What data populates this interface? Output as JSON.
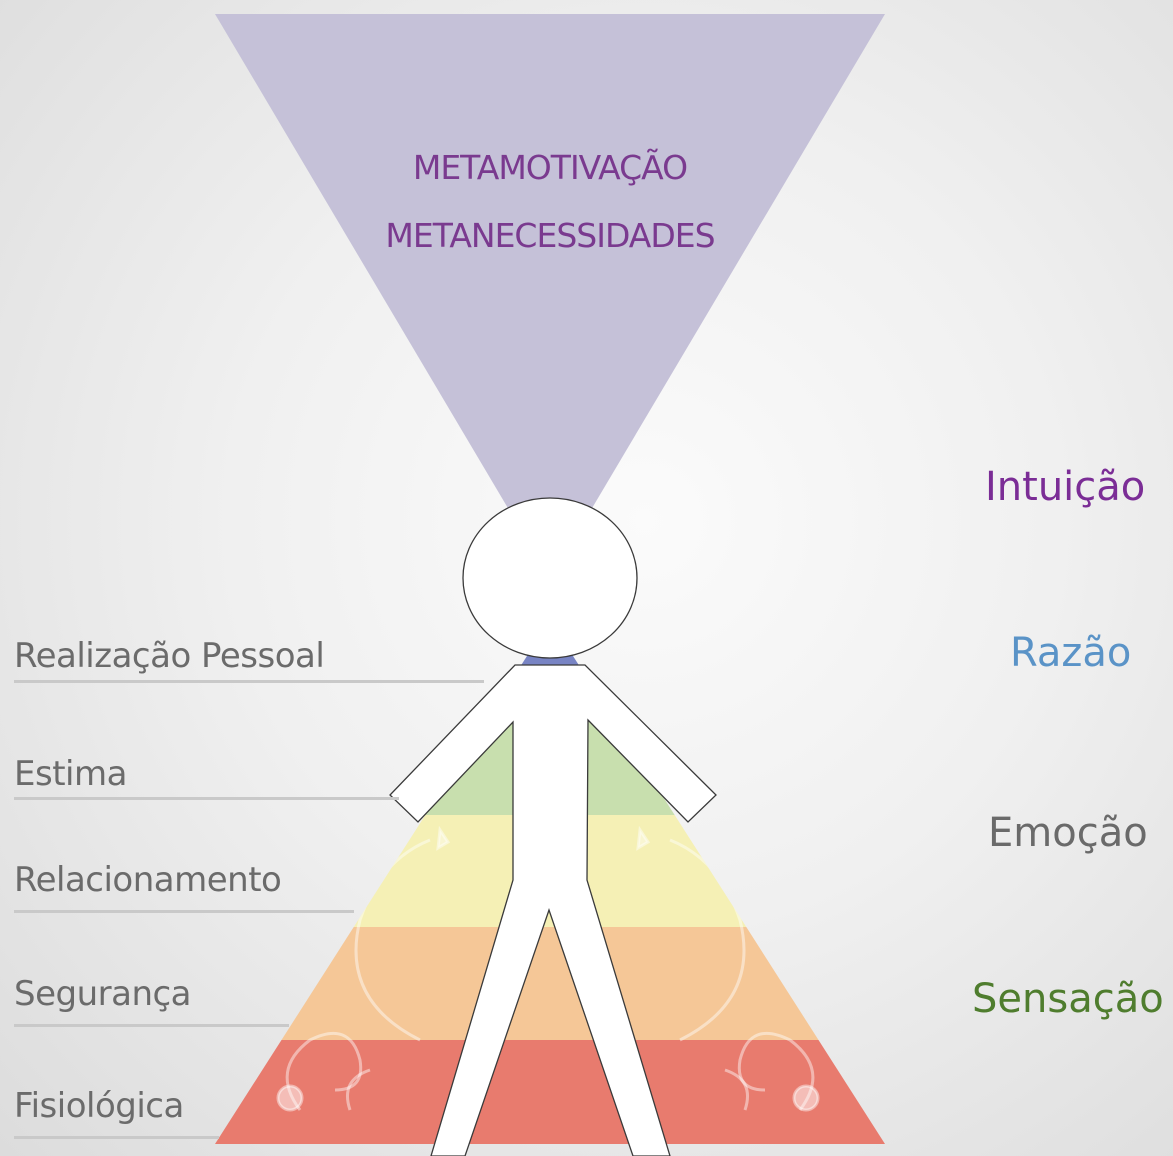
{
  "meta": {
    "line1": "METAMOTIVAÇÃO",
    "line2": "METANECESSIDADES"
  },
  "levels": [
    {
      "label": "Realização Pessoal"
    },
    {
      "label": "Estima"
    },
    {
      "label": "Relacionamento"
    },
    {
      "label": "Segurança"
    },
    {
      "label": "Fisiológica"
    }
  ],
  "faculties": {
    "intuicao": "Intuição",
    "razao": "Razão",
    "emocao": "Emoção",
    "sensacao": "Sensação"
  },
  "colors": {
    "meta_triangle": "#c5c1d8",
    "meta_text": "#7a3a8f",
    "realizacao": "#7884c4",
    "estima": "#c8dfae",
    "relacionamento": "#f5f0b5",
    "seguranca": "#f5c797",
    "fisiologica": "#e87b6e",
    "intuicao": "#7b2d96",
    "razao": "#5a93c7",
    "emocao": "#6a6a6a",
    "sensacao": "#4f7d2e"
  }
}
